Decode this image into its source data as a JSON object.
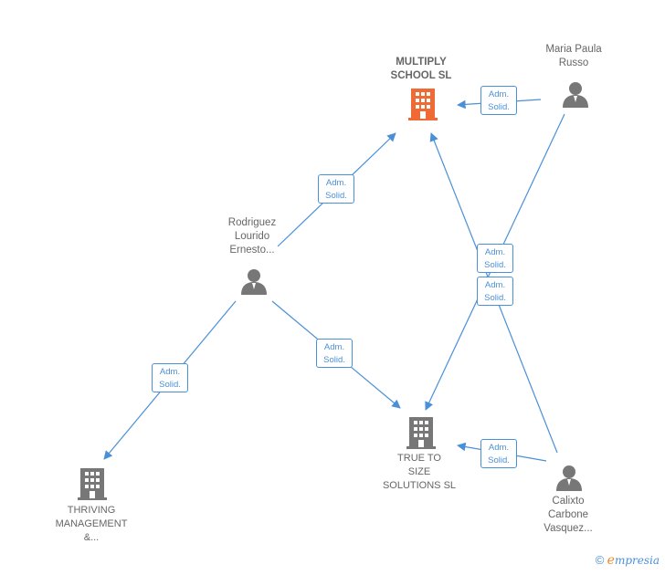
{
  "nodes": {
    "multiply": {
      "label": "MULTIPLY\nSCHOOL  SL",
      "icon": "building-icon",
      "color": "#f06a36"
    },
    "maria": {
      "label": "Maria Paula\nRusso",
      "icon": "person-icon",
      "color": "#777777"
    },
    "rodriguez": {
      "label": "Rodriguez\nLourido\nErnesto...",
      "icon": "person-icon",
      "color": "#777777"
    },
    "true_to_size": {
      "label": "TRUE TO\nSIZE\nSOLUTIONS  SL",
      "icon": "building-icon",
      "color": "#777777"
    },
    "thriving": {
      "label": "THRIVING\nMANAGEMENT\n&...",
      "icon": "building-icon",
      "color": "#777777"
    },
    "calixto": {
      "label": "Calixto\nCarbone\nVasquez...",
      "icon": "person-icon",
      "color": "#777777"
    }
  },
  "edges": [
    {
      "label": "Adm.\nSolid."
    },
    {
      "label": "Adm.\nSolid."
    },
    {
      "label": "Adm.\nSolid."
    },
    {
      "label": "Adm.\nSolid."
    },
    {
      "label": "Adm.\nSolid."
    },
    {
      "label": "Adm.\nSolid."
    },
    {
      "label": "Adm.\nSolid."
    }
  ],
  "edge_color": "#4a90d9",
  "footer": {
    "copyright_symbol": "©",
    "brand_initial": "e",
    "brand_rest": "mpresia"
  }
}
